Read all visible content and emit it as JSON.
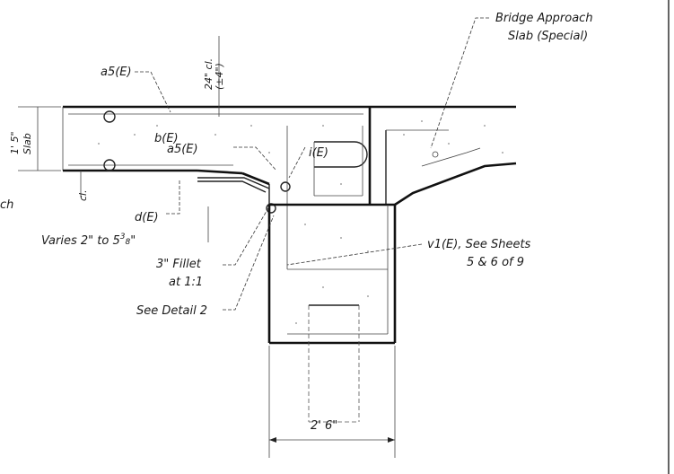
{
  "labels": {
    "bridge_approach_line1": "Bridge Approach",
    "bridge_approach_line2": "Slab (Special)",
    "a5_top": "a5(E)",
    "depth_24": "24\" cl.",
    "depth_24b": "(±4\")",
    "slab_dim": "1' 5\"",
    "slab_word": "Slab",
    "b_bar": "b(E)",
    "a5_mid": "a5(E)",
    "i_bar": "i(E)",
    "cl_left": "cl.",
    "approach_frag": "ch",
    "d_bar": "d(E)",
    "varies": "Varies 2\" to 5",
    "varies_frac_num": "3",
    "varies_frac_den": "8",
    "varies_tail": "\"",
    "fillet_line1": "3\" Fillet",
    "fillet_line2": "at 1:1",
    "detail": "See Detail 2",
    "v1_line1": "v1(E), See Sheets",
    "v1_line2": "5 & 6 of 9",
    "pile_width": "2' 6\""
  }
}
